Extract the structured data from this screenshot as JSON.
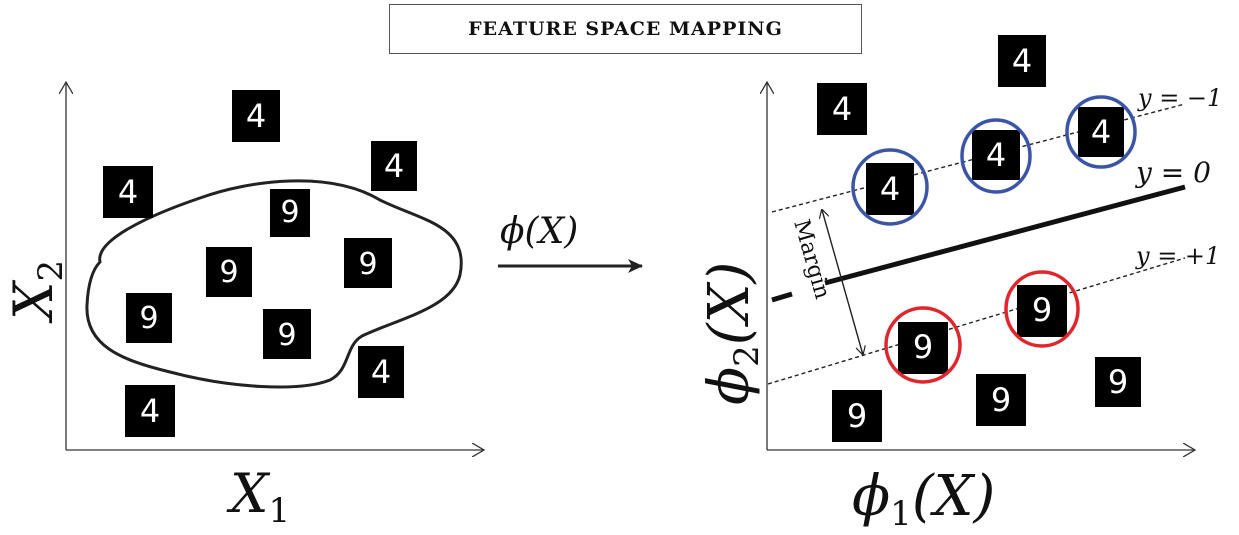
{
  "title": "FEATURE SPACE MAPPING",
  "left_plot": {
    "x_axis": {
      "var": "X",
      "sub": "1"
    },
    "y_axis": {
      "var": "X",
      "sub": "2"
    },
    "digits": {
      "inside": [
        "9",
        "9",
        "9",
        "9",
        "9"
      ],
      "outside": [
        "4",
        "4",
        "4",
        "4",
        "4"
      ]
    }
  },
  "mapping": {
    "phi": "ϕ",
    "arg": "(X)"
  },
  "right_plot": {
    "x_axis": {
      "var": "ϕ",
      "sub": "1",
      "arg": "(X)"
    },
    "y_axis": {
      "var": "ϕ",
      "sub": "2",
      "arg": "(X)"
    },
    "margin_label": "Margin",
    "lines": {
      "top": "y = −1",
      "middle": "y = 0",
      "bottom": "y = +1"
    },
    "digits": {
      "support_top": [
        "4",
        "4",
        "4"
      ],
      "support_bottom": [
        "9",
        "9"
      ],
      "other_top": [
        "4",
        "4"
      ],
      "other_bottom": [
        "9",
        "9",
        "9"
      ]
    },
    "colors": {
      "support_top": "#3a55a8",
      "support_bottom": "#e0262b"
    }
  }
}
